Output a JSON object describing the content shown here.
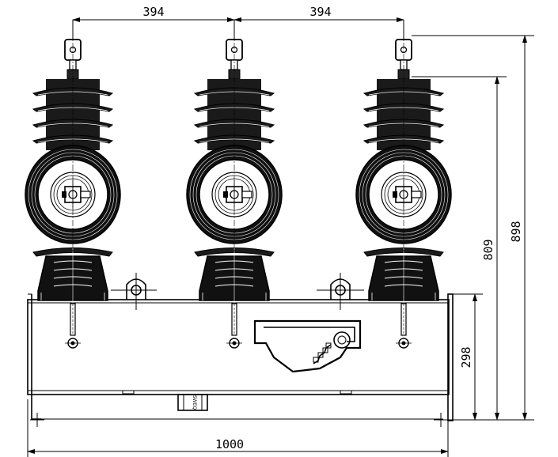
{
  "drawing": {
    "dimensions": {
      "pitch_left": "394",
      "pitch_right": "394",
      "overall_width": "1000",
      "tank_height": "298",
      "mid_height": "809",
      "total_height": "898"
    },
    "nameplate_text": "SWEQ",
    "phases": [
      "phase-a",
      "phase-b",
      "phase-c"
    ]
  }
}
